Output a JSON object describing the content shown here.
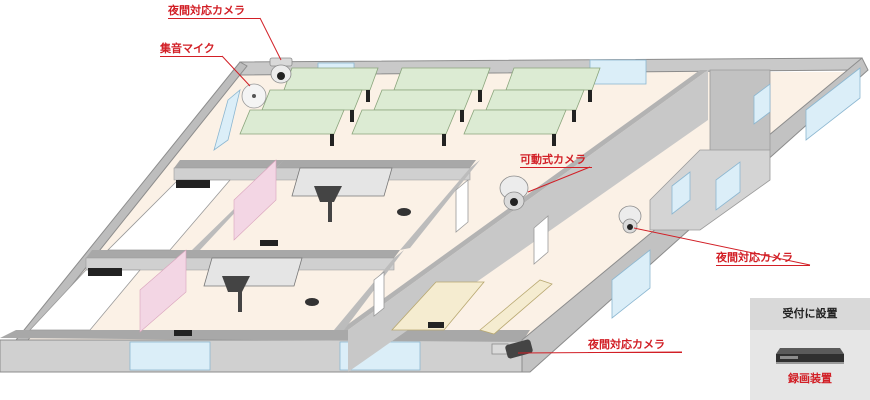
{
  "labels": {
    "night_camera_top": "夜間対応カメラ",
    "microphone": "集音マイク",
    "ptz_camera": "可動式カメラ",
    "night_camera_right": "夜間対応カメラ",
    "night_camera_bottom": "夜間対応カメラ"
  },
  "legend": {
    "header": "受付に設置",
    "device_label": "録画装置"
  },
  "colors": {
    "label_red": "#d21f26",
    "floor": "#fbf1e6",
    "wall_top": "#a8a8a8",
    "wall_side": "#cccccc",
    "bench": "#dcebd3",
    "window": "#dbeef8",
    "partition": "#f3d6e4",
    "legend_bg": "#e6e6e6"
  },
  "icons": [
    "dome-camera-icon",
    "microphone-icon",
    "ptz-camera-icon",
    "bullet-camera-icon",
    "recorder-icon"
  ]
}
